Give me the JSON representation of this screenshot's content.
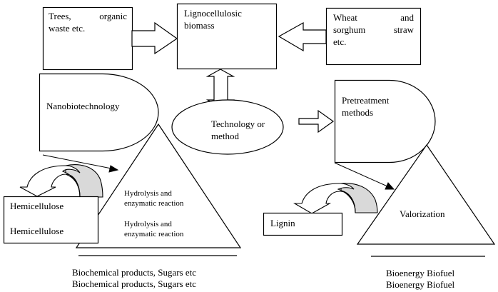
{
  "nodes": {
    "trees": {
      "line1": "Trees,  organic",
      "line1_words": [
        "Trees,",
        "organic"
      ],
      "line2": "waste etc."
    },
    "lignocellulosic": {
      "line1": "Lignocellulosic",
      "line2": "biomass"
    },
    "wheat": {
      "line1_words": [
        "Wheat",
        "and"
      ],
      "line2_words": [
        "sorghum",
        "straw"
      ],
      "line3": "etc."
    },
    "nanobiotechnology": {
      "label": "Nanobiotechnology"
    },
    "technology": {
      "line1": "Technology or",
      "line2": "method"
    },
    "pretreatment": {
      "line1": "Pretreatment",
      "line2": "methods"
    },
    "hydrolysis_triangle": {
      "text1_line1": "Hydrolysis and",
      "text1_line2": "enzymatic reaction",
      "text2_line1": "Hydrolysis and",
      "text2_line2": "enzymatic reaction"
    },
    "hemicellulose": {
      "line1": "Hemicellulose",
      "line2": "Hemicellulose"
    },
    "valorization": {
      "label": "Valorization"
    },
    "lignin": {
      "label": "Lignin"
    }
  },
  "outputs": {
    "biochemical": {
      "line1": "Biochemical products, Sugars etc",
      "line2": "Biochemical products, Sugars etc"
    },
    "bioenergy": {
      "line1": "Bioenergy Biofuel",
      "line2": "Bioenergy Biofuel"
    }
  },
  "colors": {
    "stroke": "#000000",
    "curved_arrow_fill": "#d9d9d9",
    "background": "#ffffff"
  }
}
